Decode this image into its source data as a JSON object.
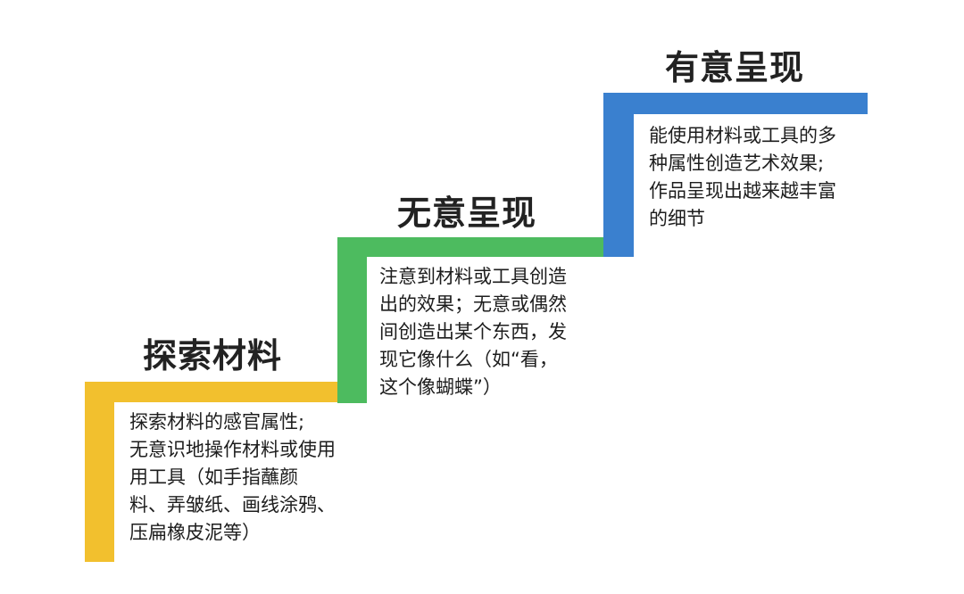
{
  "colors": {
    "stage_1": "#f2c02e",
    "stage_2": "#4dbb5f",
    "stage_3": "#3a80cf"
  },
  "stages": [
    {
      "title": "探索材料",
      "lines": [
        "探索材料的感官属性;",
        "无意识地操作材料或使用",
        "用工具（如手指蘸颜",
        "料、弄皱纸、画线涂鸦、",
        "压扁橡皮泥等）"
      ]
    },
    {
      "title": "无意呈现",
      "lines": [
        "注意到材料或工具创造",
        "出的效果；无意或偶然",
        "间创造出某个东西，发",
        "现它像什么（如“看，",
        "这个像蝴蝶”）"
      ]
    },
    {
      "title": "有意呈现",
      "lines": [
        "能使用材料或工具的多",
        "种属性创造艺术效果;",
        "作品呈现出越来越丰富",
        "的细节"
      ]
    }
  ]
}
